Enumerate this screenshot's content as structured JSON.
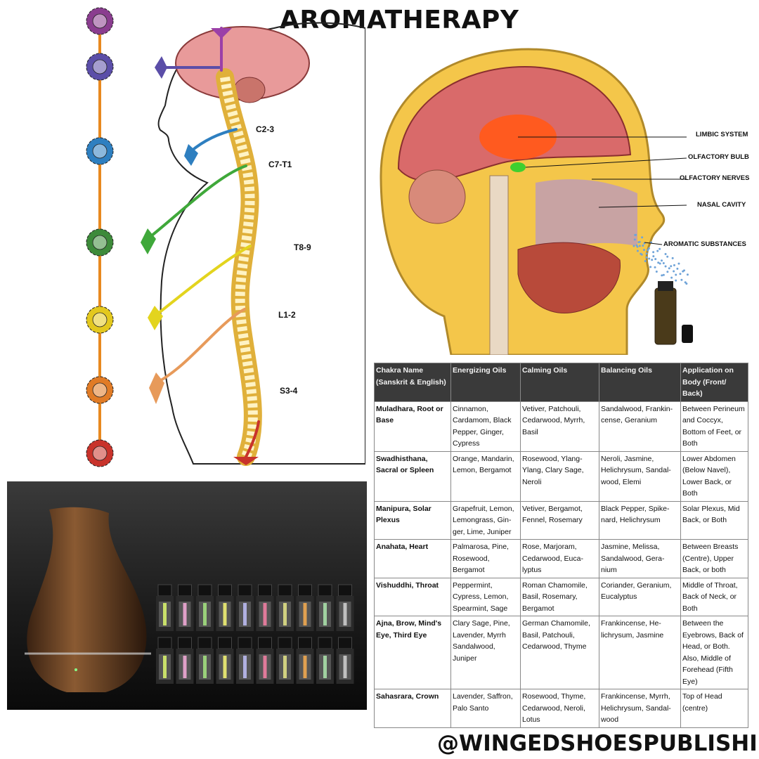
{
  "title": "AROMATHERAPY",
  "footer_handle": "@WINGEDSHOESPUBLISHING",
  "spine_labels": [
    "C2-3",
    "C7-T1",
    "T8-9",
    "L1-2",
    "S3-4"
  ],
  "head_labels": [
    "LIMBIC SYSTEM",
    "OLFACTORY BULB",
    "OLFACTORY NERVES",
    "NASAL CAVITY",
    "AROMATIC SUBSTANCES"
  ],
  "chakra_colors": [
    "#8a3d8f",
    "#5b4ea8",
    "#2e7fc0",
    "#3d8a3a",
    "#e3c81e",
    "#e07b26",
    "#c8332b"
  ],
  "table": {
    "headers": [
      "Chakra Name (Sanskrit & English)",
      "Energizing Oils",
      "Calming Oils",
      "Balancing Oils",
      "Application on Body (Front/ Back)"
    ],
    "rows": [
      [
        "Muladhara, Root or Base",
        "Cinnamon, Cardamom, Black Pepper, Ginger, Cypress",
        "Vetiver, Patchouli, Cedarwood, Myrrh, Basil",
        "Sandalwood, Frankin-cense, Geranium",
        "Between Perineum and Coccyx, Bottom of Feet, or Both"
      ],
      [
        "Swadhisthana, Sacral or Spleen",
        "Orange, Mandarin, Lemon, Bergamot",
        "Rosewood, Ylang-Ylang, Clary Sage, Neroli",
        "Neroli, Jasmine, Helichrysum, Sandal-wood, Elemi",
        "Lower Abdomen (Below Navel), Lower Back, or Both"
      ],
      [
        "Manipura, Solar Plexus",
        "Grapefruit, Lemon, Lemongrass, Gin-ger, Lime, Juniper",
        "Vetiver, Bergamot, Fennel, Rosemary",
        "Black Pepper, Spike-nard, Helichrysum",
        "Solar Plexus, Mid Back, or Both"
      ],
      [
        "Anahata, Heart",
        "Palmarosa, Pine, Rosewood, Bergamot",
        "Rose, Marjoram, Cedarwood, Euca-lyptus",
        "Jasmine, Melissa, Sandalwood, Gera-nium",
        "Between Breasts (Centre), Upper Back, or both"
      ],
      [
        "Vishuddhi, Throat",
        "Peppermint, Cypress, Lemon, Spearmint, Sage",
        "Roman Chamomile, Basil, Rosemary, Bergamot",
        "Coriander, Geranium, Eucalyptus",
        "Middle of Throat, Back of Neck, or Both"
      ],
      [
        "Ajna, Brow, Mind's Eye, Third Eye",
        "Clary Sage, Pine, Lavender, Myrrh Sandalwood, Juniper",
        "German Chamomile, Basil, Patchouli, Cedarwood, Thyme",
        "Frankincense, He-lichrysum, Jasmine",
        "Between the Eyebrows, Back of Head, or Both. Also, Middle of Forehead (Fifth Eye)"
      ],
      [
        "Sahasrara, Crown",
        "Lavender, Saffron, Palo Santo",
        "Rosewood, Thyme, Cedarwood, Neroli, Lotus",
        "Frankincense, Myrrh, Helichrysum, Sandal-wood",
        "Top of Head (centre)"
      ]
    ]
  }
}
